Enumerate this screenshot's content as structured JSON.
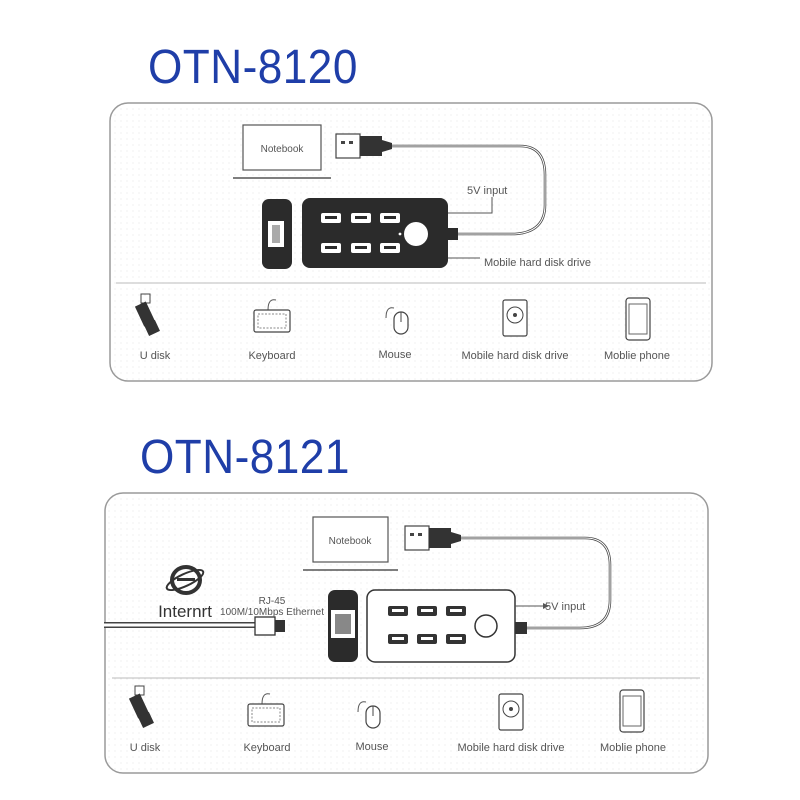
{
  "sections": [
    {
      "title": "OTN-8120",
      "notebook_label": "Notebook",
      "callouts": {
        "power": "5V input",
        "hdd": "Mobile hard disk drive"
      },
      "devices": [
        "U disk",
        "Keyboard",
        "Mouse",
        "Mobile hard disk drive",
        "Moblie phone"
      ]
    },
    {
      "title": "OTN-8121",
      "notebook_label": "Notebook",
      "callouts": {
        "power": "5V input",
        "rj45": "RJ-45",
        "ethernet": "100M/10Mbps Ethernet",
        "internet": "Internrt"
      },
      "devices": [
        "U disk",
        "Keyboard",
        "Mouse",
        "Mobile hard disk drive",
        "Moblie phone"
      ]
    }
  ],
  "icons": [
    "ie-icon",
    "usb-stick-icon",
    "keyboard-icon",
    "mouse-icon",
    "hdd-icon",
    "phone-icon"
  ],
  "colors": {
    "title": "#1f3ea8",
    "hub": "#2b2b2b",
    "line": "#444444",
    "frame": "#9a9a9a"
  }
}
